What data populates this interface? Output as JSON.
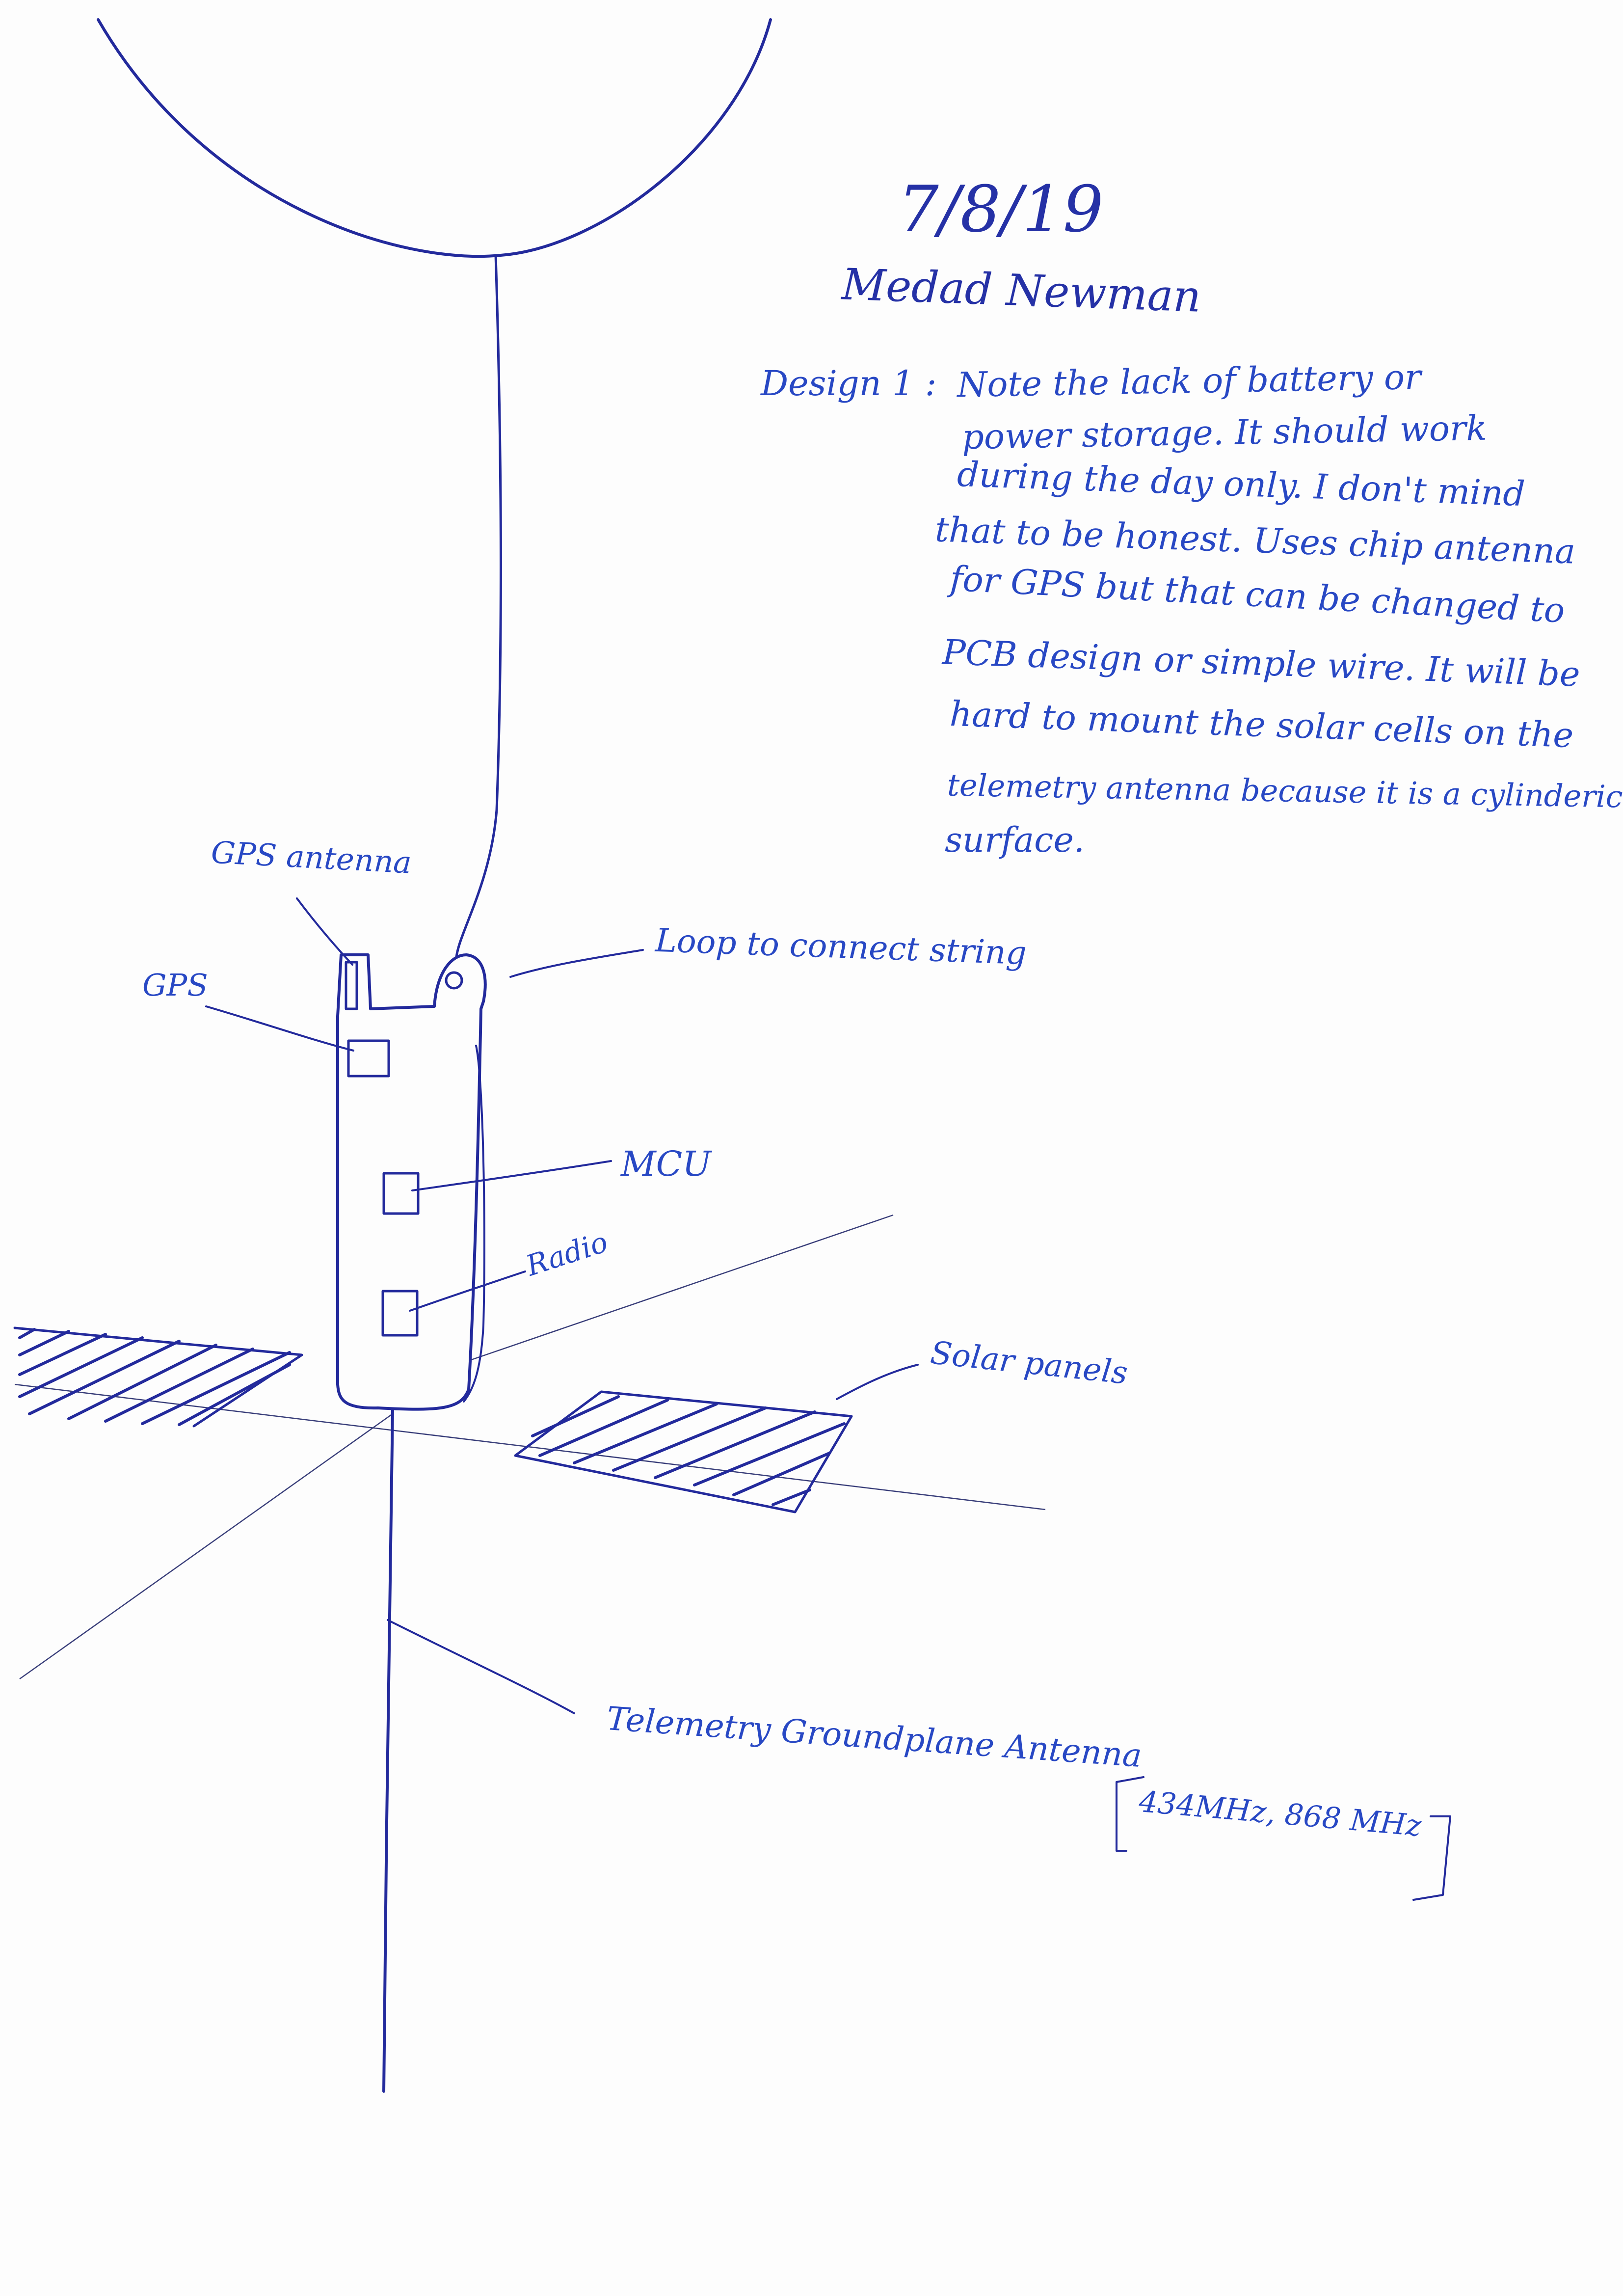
{
  "header": {
    "date": "7/8/19",
    "author": "Medad Newman",
    "design_label": "Design 1 :"
  },
  "notes": {
    "lines": [
      "Note the lack of battery or",
      "power storage. It should work",
      "during the day only. I don't mind",
      "that to be honest. Uses chip antenna",
      "for GPS but that can be changed to",
      "PCB design or simple wire. It will be",
      "hard to mount the solar cells on the",
      "telemetry antenna because it is a cylinderical",
      "surface."
    ]
  },
  "labels": {
    "gps_antenna": "GPS antenna",
    "gps": "GPS",
    "loop": "Loop to connect string",
    "mcu": "MCU",
    "radio": "Radio",
    "solar_panels": "Solar panels",
    "telemetry": "Telemetry Groundplane Antenna",
    "frequencies": "434MHz, 868 MHz"
  },
  "colors": {
    "ink": "#232a9c",
    "note_ink": "#2848c4",
    "paper": "#fdfdfd"
  }
}
